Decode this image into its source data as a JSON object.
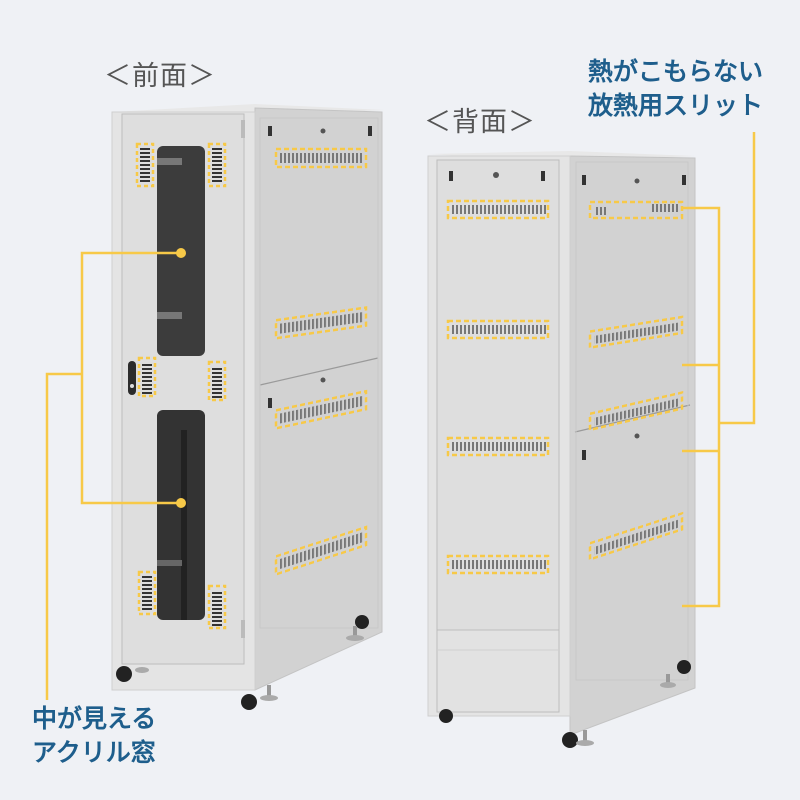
{
  "colors": {
    "background": "#eff1f5",
    "callout_text": "#1e5e8c",
    "view_label_text": "#555555",
    "highlight": "#f7c948",
    "cabinet_front": "#dcdcdc",
    "cabinet_side": "#d0d0d0",
    "cabinet_frame": "#e4e4e4",
    "window_glass": "#3c3c3c"
  },
  "labels": {
    "front_view": "＜前面＞",
    "rear_view": "＜背面＞"
  },
  "callouts": {
    "vent_slits": {
      "line1": "熱がこもらない",
      "line2": "放熱用スリット"
    },
    "acrylic_window": {
      "line1": "中が見える",
      "line2": "アクリル窓"
    }
  },
  "icons": {
    "front_cabinet": "server-rack-front",
    "rear_cabinet": "server-rack-rear",
    "caster": "caster-wheel",
    "leveling_foot": "leveling-foot",
    "door_handle": "door-handle"
  }
}
